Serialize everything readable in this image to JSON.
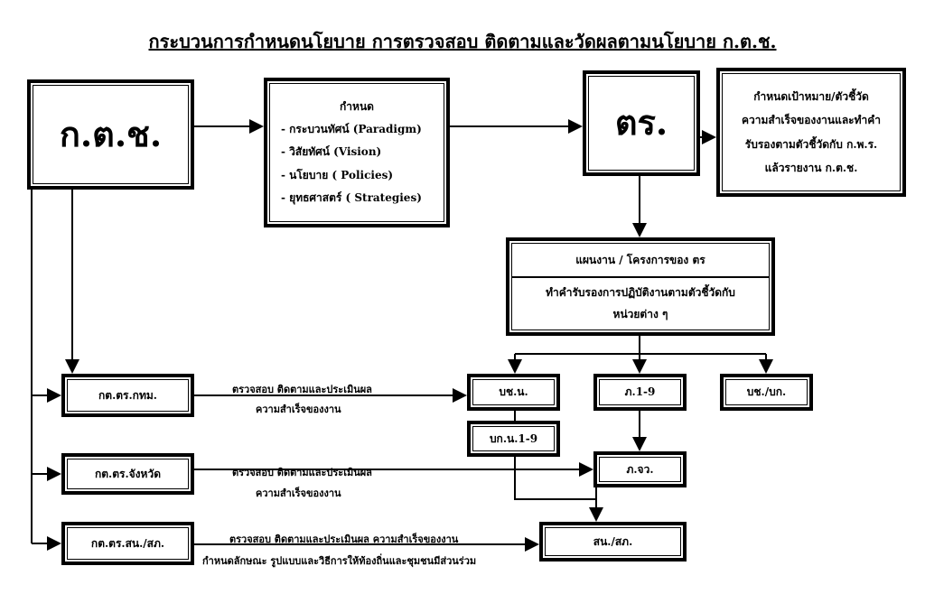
{
  "title": "กระบวนการกำหนดนโยบาย การตรวจสอบ ติดตามและวัดผลตามนโยบาย ก.ต.ช.",
  "boxes": {
    "ktch": "ก.ต.ช.",
    "define": {
      "heading": "กำหนด",
      "items": [
        "- กระบวนทัศน์ (Paradigm)",
        "- วิสัยทัศน์ (Vision)",
        "- นโยบาย ( Policies)",
        "- ยุทธศาสตร์ ( Strategies)"
      ]
    },
    "tr": "ตร.",
    "targets": [
      "กำหนดเป้าหมาย/ตัวชี้วัด",
      "ความสำเร็จของงานและทำคำ",
      "รับรองตามตัวชี้วัดกับ ก.พ.ร.",
      "แล้วรายงาน ก.ต.ช."
    ],
    "plan": {
      "header": "แผนงาน / โครงการของ ตร",
      "body": [
        "ทำคำรับรองการปฏิบัติงานตามตัวชี้วัดกับ",
        "หน่วยต่าง ๆ"
      ]
    },
    "kttr_bkk": "กต.ตร.กทม.",
    "kttr_province": "กต.ตร.จังหวัด",
    "kttr_station": "กต.ตร.สน./สภ.",
    "bchn": "บช.น.",
    "p19": "ภ.1-9",
    "bch_bk": "บช./บก.",
    "bkn19": "บก.น.1-9",
    "pjw": "ภ.จว.",
    "station": "สน./สภ."
  },
  "labels": {
    "bkk": [
      "ตรวจสอบ ติดตามและประเมินผล",
      "ความสำเร็จของงาน"
    ],
    "province": [
      "ตรวจสอบ ติดตามและประเมินผล",
      "ความสำเร็จของงาน"
    ],
    "station": [
      "ตรวจสอบ ติดตามและประเมินผล ความสำเร็จของงาน",
      "กำหนดลักษณะ รูปแบบและวิธีการให้ท้องถิ่นและชุมชนมีส่วนร่วม"
    ]
  }
}
